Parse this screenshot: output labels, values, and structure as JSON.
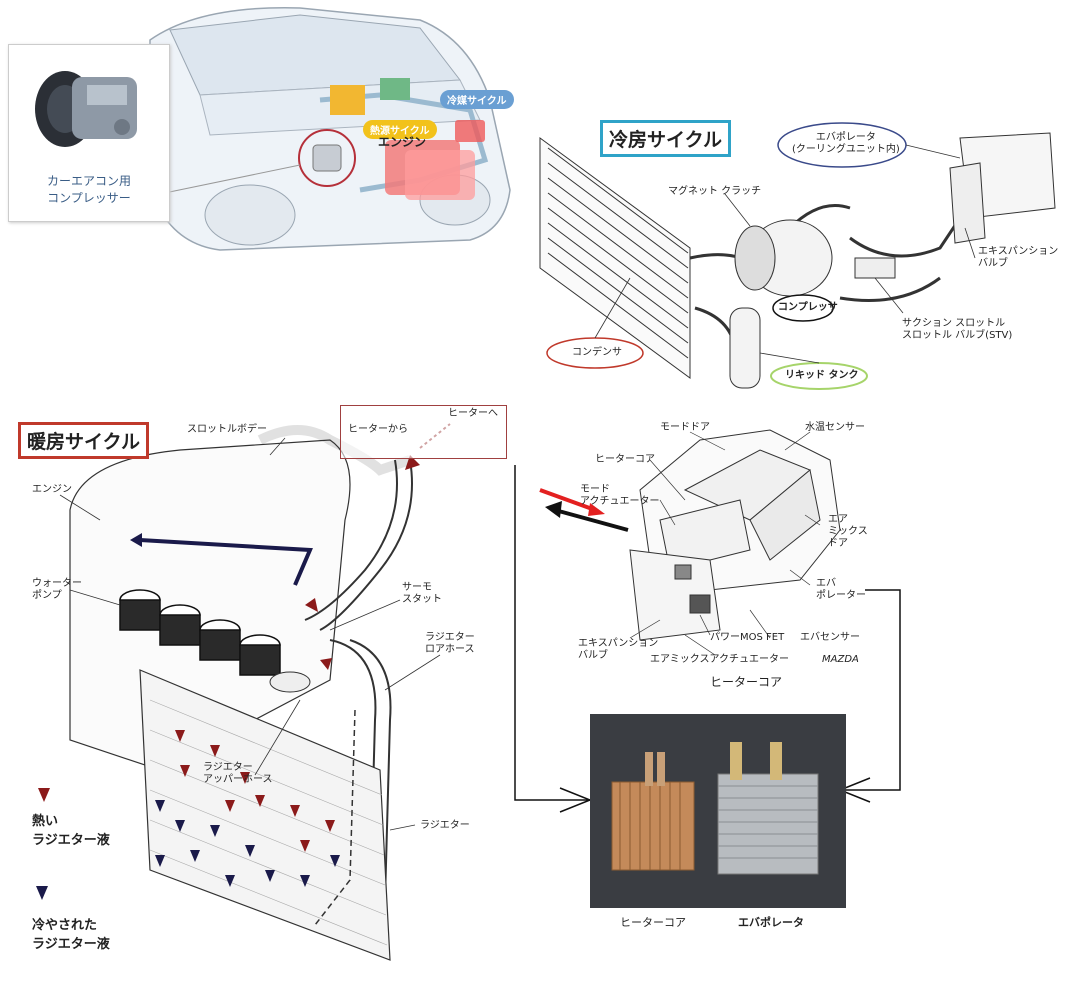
{
  "car_panel": {
    "compressor_callout": "カーエアコン用\nコンプレッサー",
    "refrigerant_cycle": "冷媒サイクル",
    "heat_source_cycle": "熱源サイクル",
    "engine": "エンジン"
  },
  "cooling_panel": {
    "title": "冷房サイクル",
    "evaporator": "エバポレータ\n(クーリングユニット内)",
    "magnet_clutch": "マグネット クラッチ",
    "expansion_valve": "エキスパンション\nバルブ",
    "compressor": "コンプレッサ",
    "suction_throttle": "サクション スロットル\nスロットル バルブ(STV)",
    "condenser": "コンデンサ",
    "liquid_tank": "リキッド タンク"
  },
  "heating_panel": {
    "title": "暖房サイクル",
    "throttle_body": "スロットルボデー",
    "from_heater": "ヒーターから",
    "to_heater": "ヒーターへ",
    "engine": "エンジン",
    "water_pump": "ウォーター\nポンプ",
    "thermostat": "サーモ\nスタット",
    "lower_hose": "ラジエター\nロアホース",
    "upper_hose": "ラジエター\nアッパーホース",
    "radiator": "ラジエター",
    "legend_hot": "熱い\nラジエター液",
    "legend_cold": "冷やされた\nラジエター液",
    "colors": {
      "hot": "#8b1a1a",
      "cold": "#1a1a4a"
    }
  },
  "hvac_panel": {
    "mode_door": "モードドア",
    "water_temp_sensor": "水温センサー",
    "heater_core_top": "ヒーターコア",
    "mode_actuator": "モード\nアクチュエーター",
    "air_mix_door": "エア\nミックス\nドア",
    "evaporator": "エバ\nポレーター",
    "expansion_valve": "エキスパンション\nバルブ",
    "power_mos_fet": "パワーMOS FET",
    "evap_sensor": "エバセンサー",
    "air_mix_actuator": "エアミックスアクチュエーター",
    "brand": "MAZDA",
    "caption": "ヒーターコア"
  },
  "photo_panel": {
    "heater_core": "ヒーターコア",
    "evaporator": "エバポレータ"
  }
}
